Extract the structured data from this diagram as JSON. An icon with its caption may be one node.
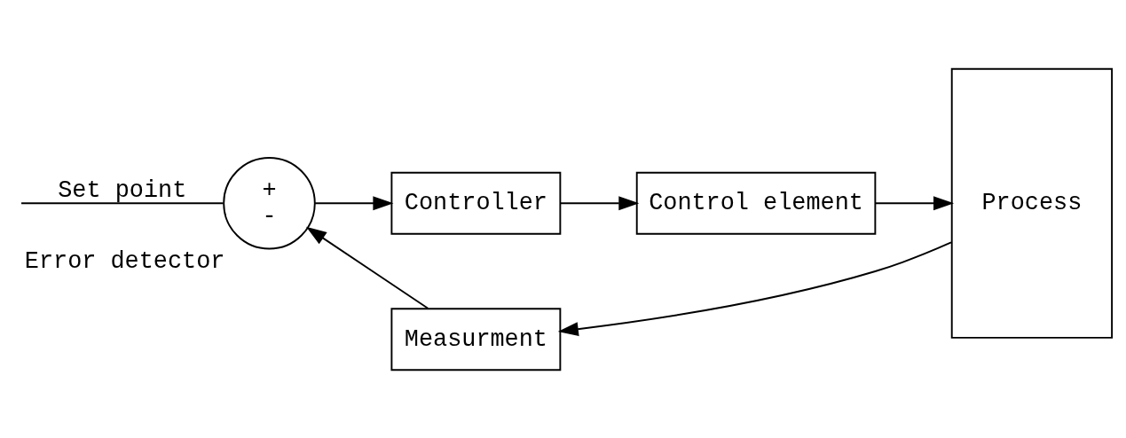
{
  "diagram": {
    "nodes": [
      {
        "text": [
          "+",
          "-"
        ],
        "beside": [
          "Error detector"
        ]
      },
      {
        "text": [
          "Controller"
        ]
      },
      {
        "text": [
          "Control element"
        ]
      },
      {
        "text": [
          "Process"
        ]
      },
      {
        "text": [
          "Measurment"
        ]
      }
    ],
    "edges": [
      {
        "from": null,
        "to": 0,
        "arrow": "none",
        "label": "Set point"
      },
      {
        "from": 0,
        "to": 1,
        "arrow": "to"
      },
      {
        "from": 1,
        "to": 2,
        "arrow": "to"
      },
      {
        "from": 2,
        "to": 3,
        "arrow": "to"
      },
      {
        "from": 3,
        "to": 4,
        "arrow": "to"
      },
      {
        "from": 4,
        "to": 0,
        "arrow": "to"
      }
    ]
  }
}
